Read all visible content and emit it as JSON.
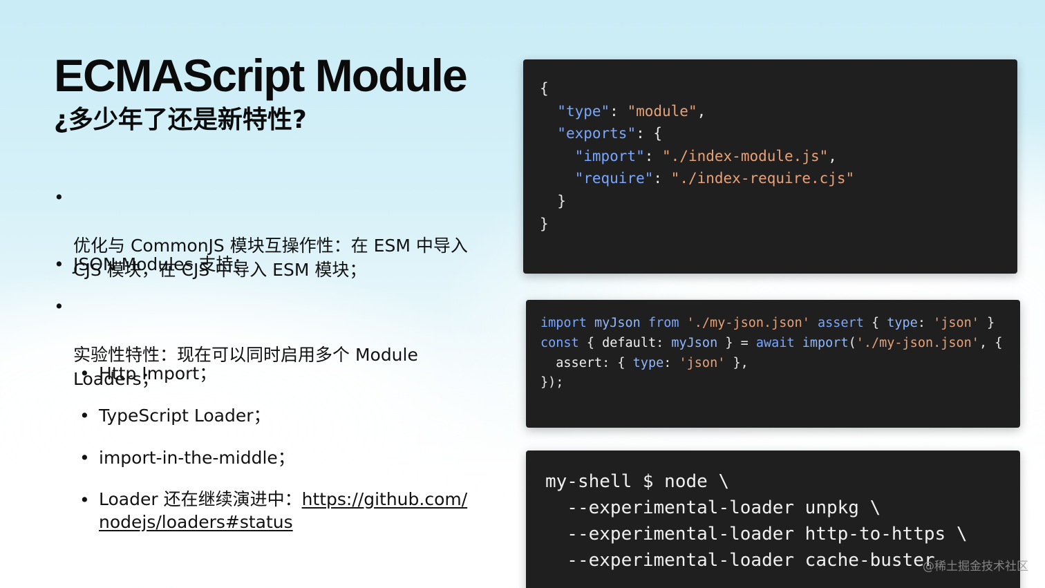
{
  "slide": {
    "title": "ECMAScript Module",
    "subtitle": "¿多少年了还是新特性?",
    "bullet_marker": "•",
    "bullets": [
      {
        "text": "优化与 CommonJS 模块互操作性：在 ESM 中导入\nCJS 模块，在 CJS 中导入 ESM 模块；"
      },
      {
        "text": "JSON Modules 支持；"
      },
      {
        "text": "实验性特性：现在可以同时启用多个 Module\nLoaders；"
      }
    ],
    "sub_bullets": [
      {
        "text": "Http Import；"
      },
      {
        "text": "TypeScript Loader；"
      },
      {
        "text": "import-in-the-middle；"
      }
    ],
    "loader_bullet": {
      "prefix": "Loader 还在继续演进中：",
      "link_line1": "https://github.com/",
      "link_line2": "nodejs/loaders#status"
    }
  },
  "code_blocks": {
    "package_json": {
      "lines": [
        "{",
        "  \"type\": \"module\",",
        "  \"exports\": {",
        "    \"import\": \"./index-module.js\",",
        "    \"require\": \"./index-require.cjs\"",
        "  }",
        "}"
      ]
    },
    "json_import": {
      "lines": [
        "import myJson from './my-json.json' assert { type: 'json' }",
        "const { default: myJson } = await import('./my-json.json', {",
        "  assert: { type: 'json' },",
        "});"
      ]
    },
    "shell": {
      "lines": [
        "my-shell $ node \\",
        "  --experimental-loader unpkg \\",
        "  --experimental-loader http-to-https \\",
        "  --experimental-loader cache-buster"
      ]
    }
  },
  "watermark": "@稀土掘金技术社区",
  "colors": {
    "code_bg": "#1f1f1f",
    "keyword": "#7aa7ff",
    "string": "#e8a27a",
    "text": "#e8e8e8"
  }
}
